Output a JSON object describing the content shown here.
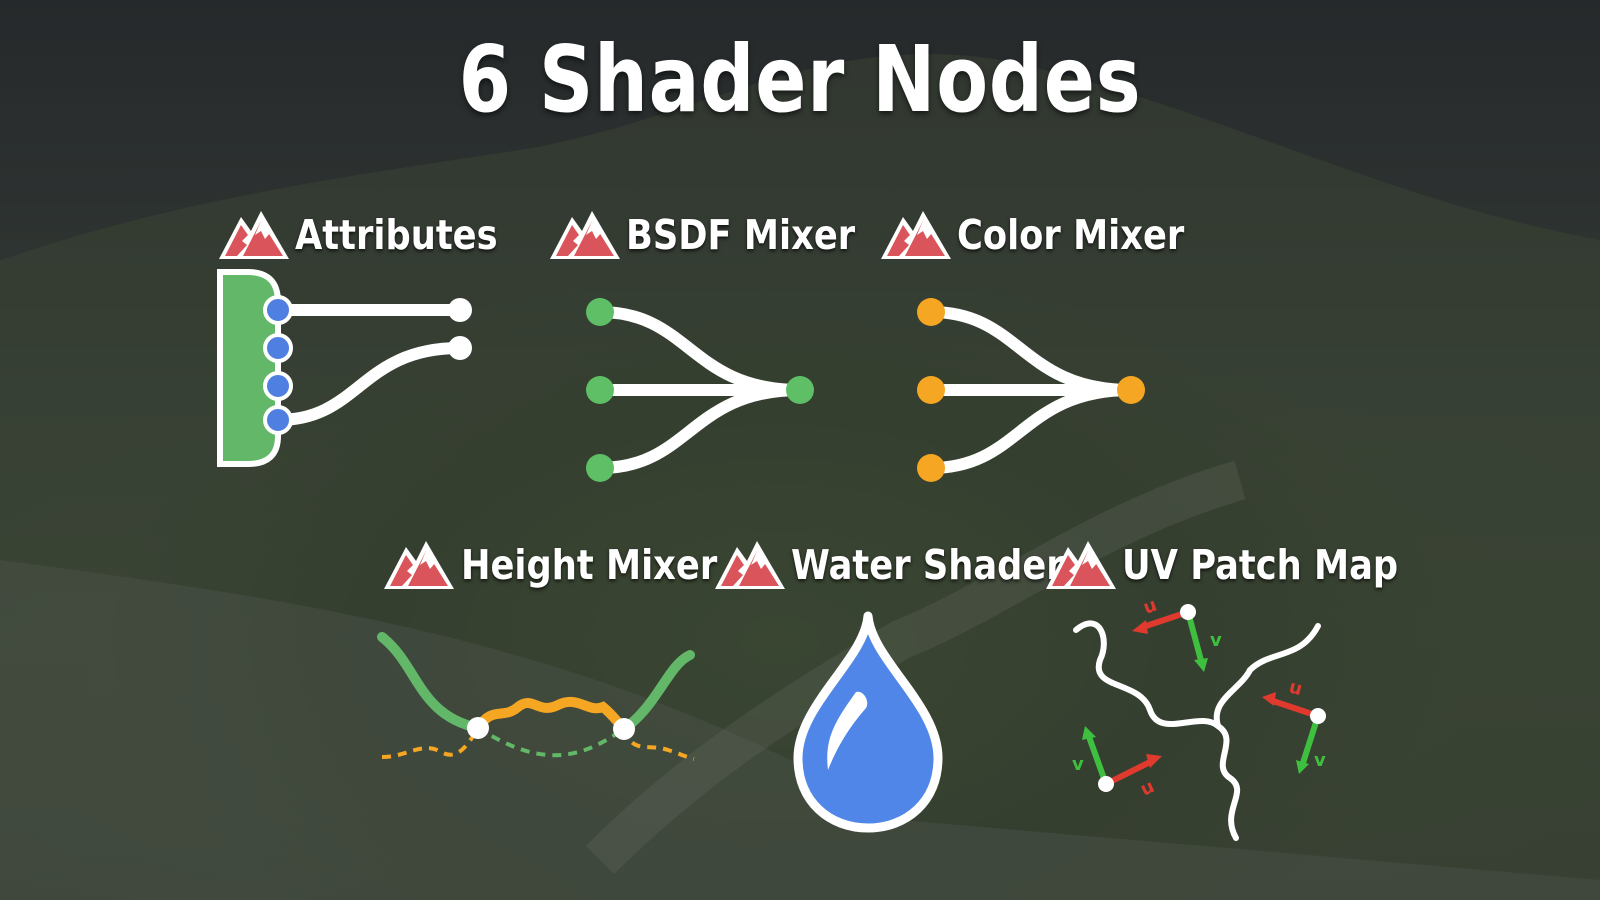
{
  "title": "6 Shader Nodes",
  "nodes": [
    {
      "label": "Attributes",
      "icon": "attributes-icon",
      "accent": "#62b868",
      "socket": "#4f7fe0"
    },
    {
      "label": "BSDF Mixer",
      "icon": "bsdf-mixer-icon",
      "accent": "#5fbf66"
    },
    {
      "label": "Color Mixer",
      "icon": "color-mixer-icon",
      "accent": "#f5a623"
    },
    {
      "label": "Height Mixer",
      "icon": "height-mixer-icon",
      "accent": "#f5a623"
    },
    {
      "label": "Water Shader",
      "icon": "water-drop-icon",
      "accent": "#4f86e8"
    },
    {
      "label": "UV Patch Map",
      "icon": "uv-patch-map-icon",
      "accent": "#e03a2f"
    }
  ],
  "uv_glyphs": {
    "u": "u",
    "v": "v"
  },
  "colors": {
    "logo_red": "#d9555b",
    "logo_white": "#ffffff",
    "background": "#33392f"
  }
}
